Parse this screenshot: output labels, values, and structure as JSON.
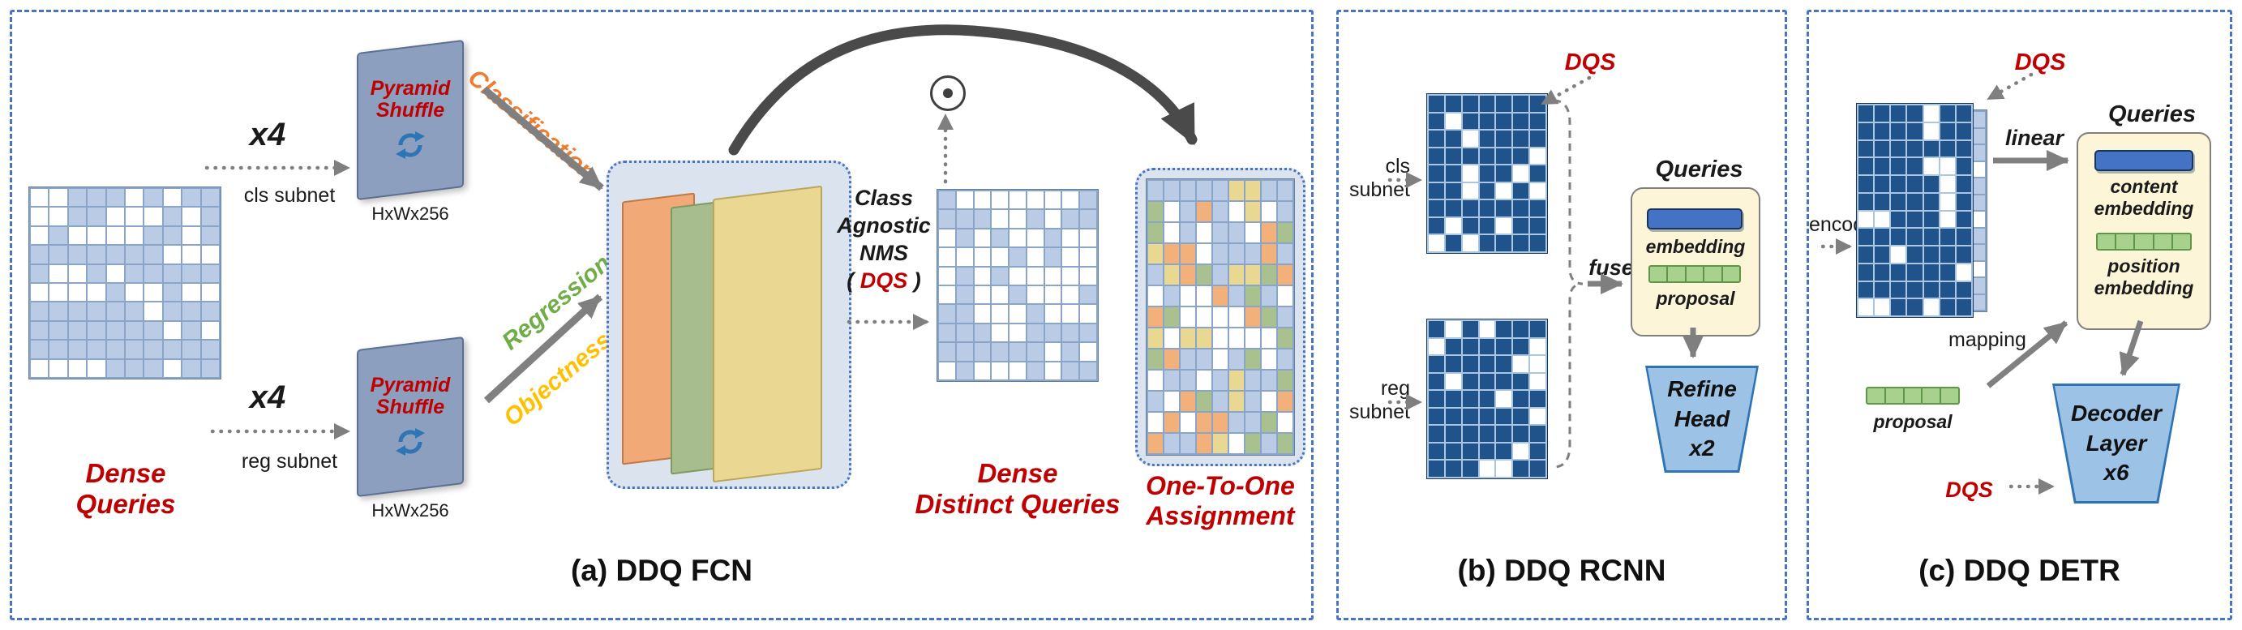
{
  "panel_a": {
    "caption": "(a) DDQ FCN",
    "x4": "x4",
    "cls_subnet": "cls subnet",
    "reg_subnet": "reg subnet",
    "pyramid_1": "Pyramid",
    "pyramid_2": "Shuffle",
    "hxw": "HxWx256",
    "classification": "Classification",
    "regression": "Regression",
    "objectness": "Objectness",
    "dense_1": "Dense",
    "dense_2": "Queries",
    "nms_1": "Class",
    "nms_2": "Agnostic",
    "nms_3": "NMS",
    "nms_open": "(",
    "nms_dqs": "DQS",
    "nms_close": ")",
    "ddq_1": "Dense",
    "ddq_2": "Distinct Queries",
    "o2o_1": "One-To-One",
    "o2o_2": "Assignment"
  },
  "panel_b": {
    "caption": "(b) DDQ RCNN",
    "dqs": "DQS",
    "cls_subnet": "cls subnet",
    "reg_subnet": "reg subnet",
    "fuse": "fuse",
    "queries": "Queries",
    "embedding": "embedding",
    "proposal": "proposal",
    "refine_1": "Refine",
    "refine_2": "Head",
    "refine_3": "x2"
  },
  "panel_c": {
    "caption": "(c) DDQ DETR",
    "dqs_top": "DQS",
    "dqs_bottom": "DQS",
    "encoder": "encoder",
    "linear": "linear",
    "queries": "Queries",
    "content_1": "content",
    "content_2": "embedding",
    "position_1": "position",
    "position_2": "embedding",
    "mapping": "mapping",
    "proposal": "proposal",
    "decoder_1": "Decoder",
    "decoder_2": "Layer",
    "decoder_3": "x6"
  },
  "colors": {
    "panel_border": "#4575c4",
    "red_text": "#c00000",
    "classification_orange": "#ed7d31",
    "regression_green": "#70ad47",
    "objectness_yellow": "#ffc000",
    "arrow_gray": "#7f7f7f",
    "dark_grid_blue": "#1f538a",
    "light_grid_blue": "#b9cbe5",
    "embedding_blue": "#4472c4",
    "proposal_green": "#a9d18e",
    "head_trapezoid_blue": "#9cc3e6",
    "queries_box_yellow": "#fdf5d8"
  },
  "grids": {
    "dense_queries": {
      "rows": 10,
      "cols": 10,
      "seed": 7,
      "line": "#8aa5c8",
      "edge": "#64809f",
      "cells": [
        [
          "#ffffff",
          0.42
        ],
        [
          "#b9cbe5",
          0.58
        ]
      ]
    },
    "dense_distinct": {
      "rows": 10,
      "cols": 9,
      "seed": 13,
      "line": "#8aa5c8",
      "edge": "#64809f",
      "cells": [
        [
          "#ffffff",
          0.45
        ],
        [
          "#b9cbe5",
          0.55
        ]
      ]
    },
    "one_to_one": {
      "rows": 13,
      "cols": 9,
      "seed": 21,
      "line": "#8aa5c8",
      "edge": "#64809f",
      "cells": [
        [
          "#ffffff",
          0.26
        ],
        [
          "#b9cbe5",
          0.32
        ],
        [
          "#f2b07b",
          0.15
        ],
        [
          "#a9c08f",
          0.13
        ],
        [
          "#e9d892",
          0.14
        ]
      ]
    },
    "rcnn_cls": {
      "rows": 9,
      "cols": 7,
      "seed": 5,
      "line": "#aac6e2",
      "edge": "#17365d",
      "cells": [
        [
          "#1f538a",
          0.8
        ],
        [
          "#ffffff",
          0.2
        ]
      ]
    },
    "rcnn_reg": {
      "rows": 9,
      "cols": 7,
      "seed": 9,
      "line": "#aac6e2",
      "edge": "#17365d",
      "cells": [
        [
          "#1f538a",
          0.8
        ],
        [
          "#ffffff",
          0.2
        ]
      ]
    },
    "detr_encoder": {
      "rows": 12,
      "cols": 7,
      "seed": 11,
      "line": "#aac6e2",
      "edge": "#17365d",
      "cells": [
        [
          "#1f538a",
          0.78
        ],
        [
          "#ffffff",
          0.22
        ]
      ]
    },
    "detr_encoder_back": {
      "rows": 12,
      "cols": 4,
      "seed": 3,
      "line": "#8aa5c8",
      "edge": "#64809f",
      "cells": [
        [
          "#b9cbe5",
          0.7
        ],
        [
          "#ffffff",
          0.3
        ]
      ]
    }
  }
}
